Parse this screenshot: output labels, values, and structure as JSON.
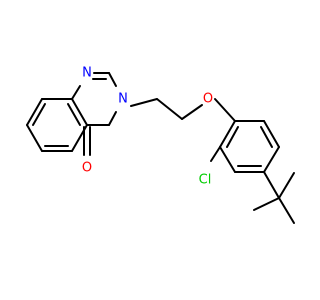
{
  "molecule": {
    "background": "#ffffff",
    "bond_color": "#000000",
    "atoms": {
      "n1": {
        "symbol": "N",
        "color": "#0000ff"
      },
      "n3": {
        "symbol": "N",
        "color": "#0000ff"
      },
      "o4": {
        "symbol": "O",
        "color": "#ff0000"
      },
      "o_ether": {
        "symbol": "O",
        "color": "#ff0000"
      },
      "cl": {
        "symbol": "Cl",
        "color": "#00cc00"
      }
    }
  }
}
